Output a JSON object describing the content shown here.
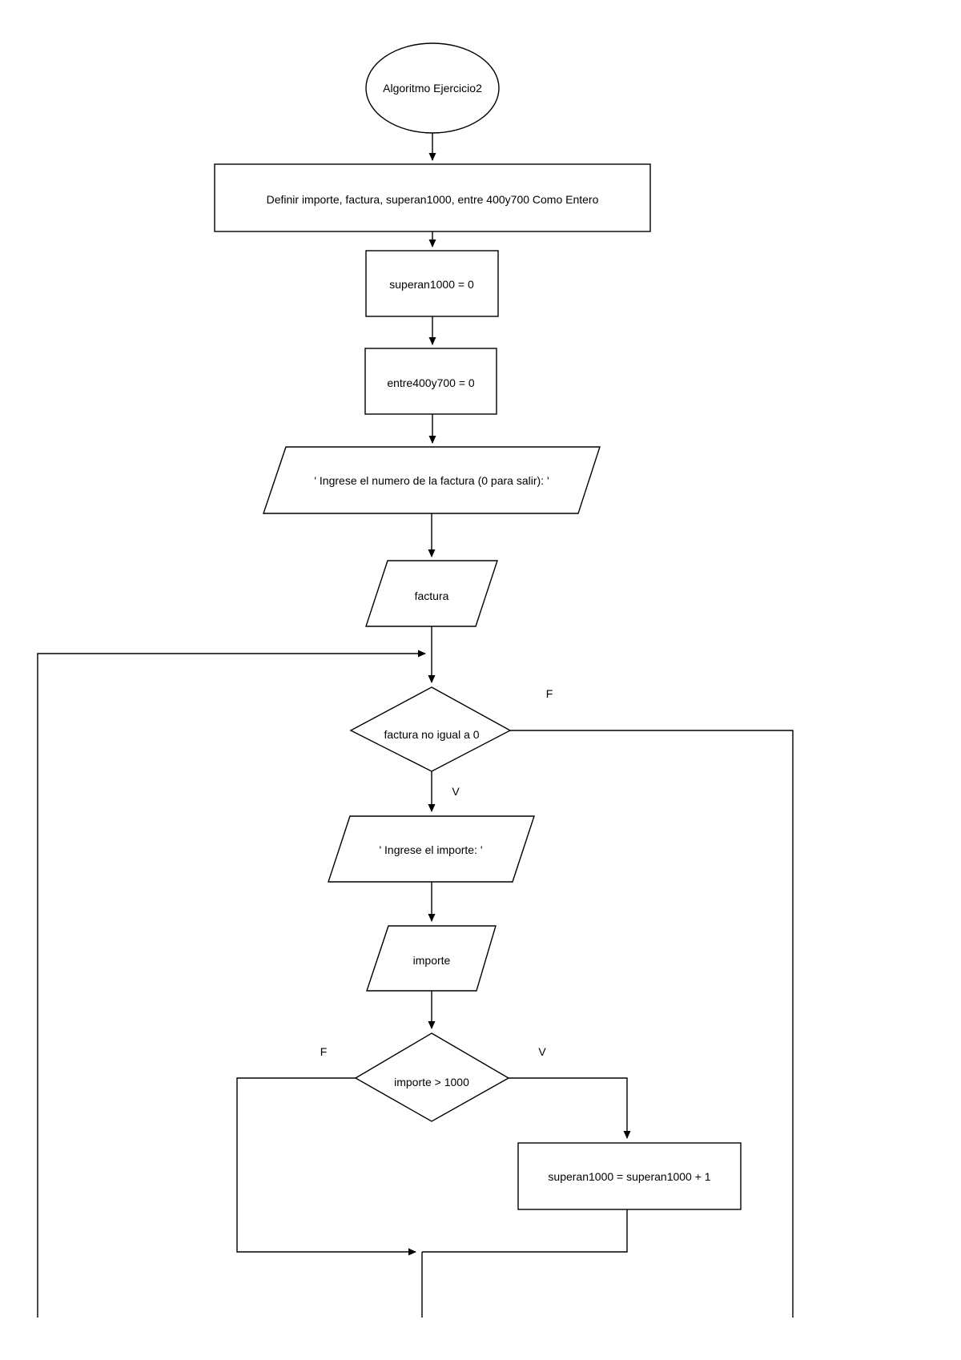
{
  "diagram": {
    "background_color": "#ffffff",
    "stroke_color": "#000000",
    "nodes": {
      "start": {
        "type": "terminator",
        "label": "Algoritmo Ejercicio2"
      },
      "declare": {
        "type": "process",
        "label": "Definir importe, factura, superan1000, entre 400y700 Como Entero"
      },
      "init_superan1000": {
        "type": "process",
        "label": "superan1000 = 0"
      },
      "init_entre400y700": {
        "type": "process",
        "label": "entre400y700 = 0"
      },
      "prompt_factura": {
        "type": "io",
        "label": "' Ingrese el numero de la factura (0 para salir): '"
      },
      "read_factura": {
        "type": "io",
        "label": "factura"
      },
      "loop_condition": {
        "type": "decision",
        "label": "factura no igual a 0"
      },
      "prompt_importe": {
        "type": "io",
        "label": "' Ingrese el importe: '"
      },
      "read_importe": {
        "type": "io",
        "label": "importe"
      },
      "if_condition": {
        "type": "decision",
        "label": "importe > 1000"
      },
      "increment_superan1000": {
        "type": "process",
        "label": "superan1000 = superan1000 + 1"
      }
    },
    "branches": {
      "loop_false": "F",
      "loop_true": "V",
      "if_false": "F",
      "if_true": "V"
    }
  }
}
